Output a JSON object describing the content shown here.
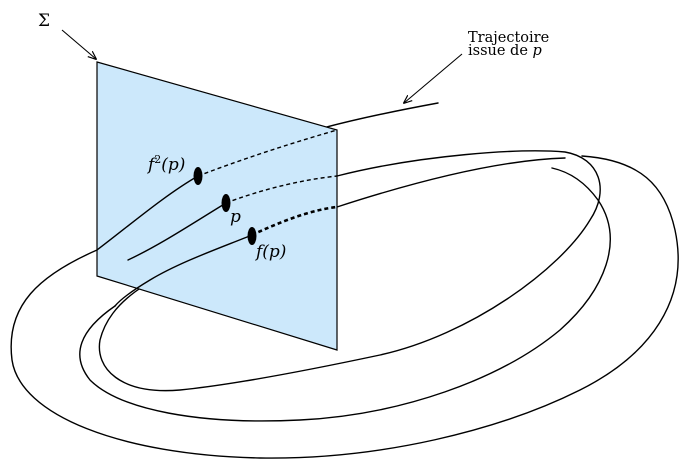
{
  "labels": {
    "section": "Σ",
    "trajectory_line1": "Trajectoire",
    "trajectory_line2_prefix": "issue de ",
    "trajectory_line2_var": "p",
    "point_p": "p",
    "point_fp": "f(p)",
    "point_f2p_f": "f",
    "point_f2p_exp": "2",
    "point_f2p_arg": "(p)"
  },
  "colors": {
    "plane_fill": "#cce8fb",
    "stroke": "#000000"
  }
}
